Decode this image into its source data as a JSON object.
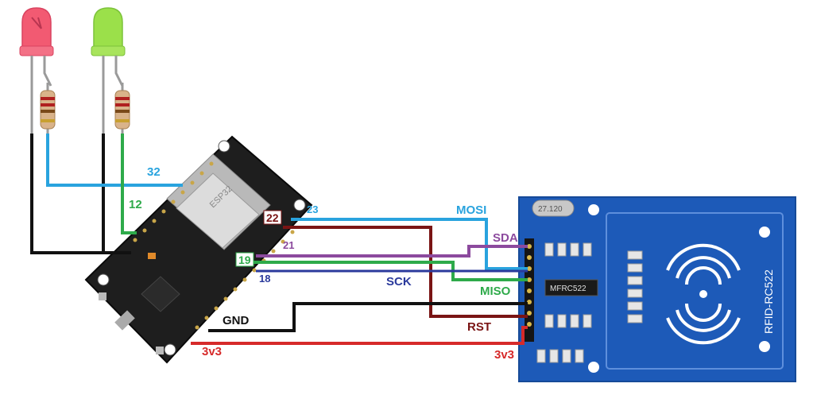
{
  "colors": {
    "led_red": "#f25a72",
    "led_green": "#9be04a",
    "wire_blue": "#29a3de",
    "wire_green": "#2eaa4a",
    "wire_black": "#111111",
    "wire_darkred": "#7a1414",
    "wire_purple": "#8c4a9e",
    "wire_navy": "#2b3a9c",
    "wire_red": "#d62a2a",
    "board_dark": "#1e1e1e",
    "rfid_blue": "#1d5ab8"
  },
  "esp32": {
    "module_text": "ESP32",
    "pins": {
      "p32": "32",
      "p12": "12",
      "p23": "23",
      "p22": "22",
      "p21": "21",
      "p19": "19",
      "p18": "18",
      "gnd": "GND",
      "v33": "3v3"
    }
  },
  "rfid": {
    "chip_label": "MFRC522",
    "board_label": "RFID-RC522",
    "crystal_label": "27.120",
    "signals": {
      "mosi": "MOSI",
      "sda": "SDA",
      "sck": "SCK",
      "miso": "MISO",
      "rst": "RST",
      "v33": "3v3"
    }
  }
}
